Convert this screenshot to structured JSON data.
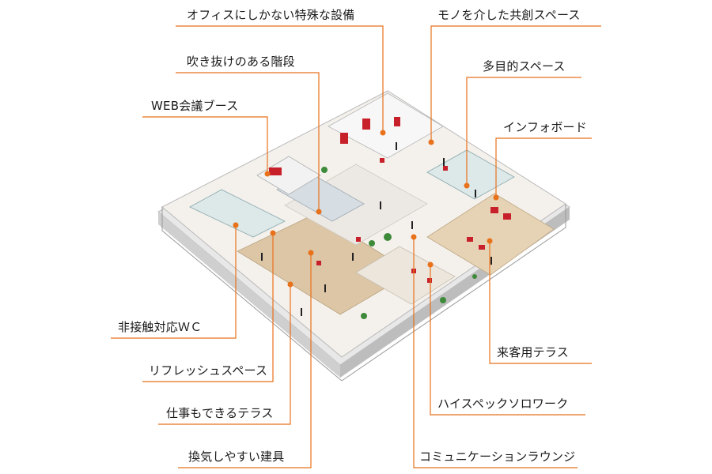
{
  "accent_color": "#e8711a",
  "labels": {
    "office_equipment": "オフィスにしかない特殊な設備",
    "co_creation": "モノを介した共創スペース",
    "stairs": "吹き抜けのある階段",
    "multipurpose": "多目的スペース",
    "web_booth": "WEB会議ブース",
    "info_board": "インフォボード",
    "touchless_wc": "非接触対応ＷＣ",
    "visitor_terrace": "来客用テラス",
    "refresh_space": "リフレッシュスペース",
    "solo_work": "ハイスペックソロワーク",
    "work_terrace": "仕事もできるテラス",
    "ventilation": "換気しやすい建具",
    "lounge": "コミュニケーションラウンジ"
  }
}
